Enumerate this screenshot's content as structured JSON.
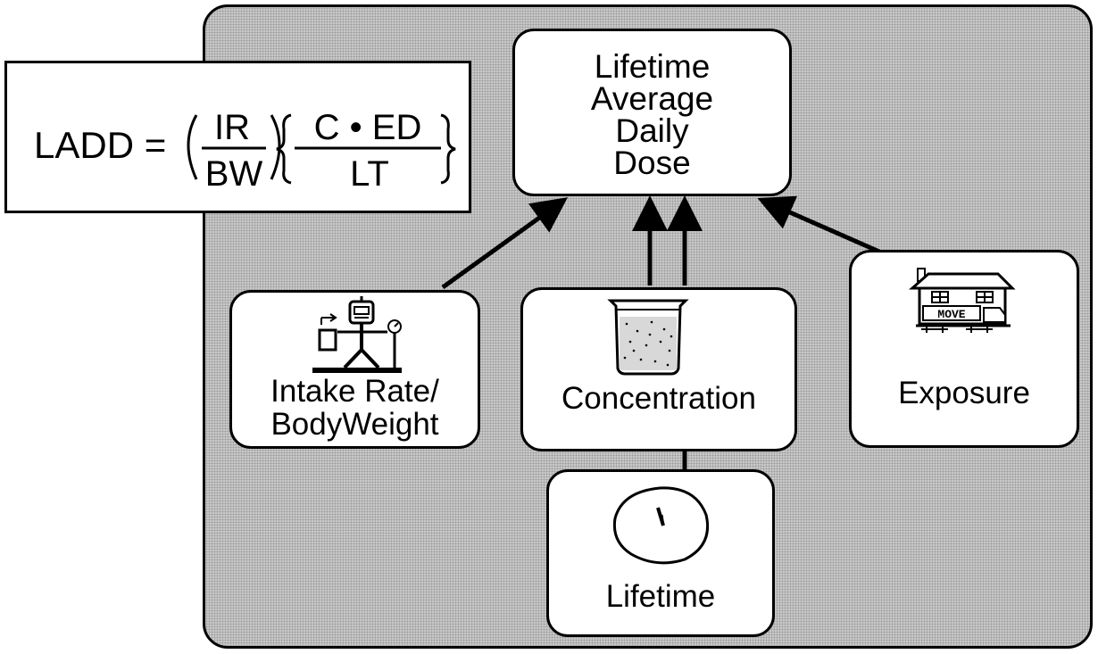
{
  "formula": {
    "lhs": "LADD =",
    "frac1_num": "IR",
    "frac1_den": "BW",
    "frac2_num": "C • ED",
    "frac2_den": "LT"
  },
  "nodes": {
    "ladd": {
      "label": "Lifetime\nAverage\nDaily\nDose"
    },
    "intake": {
      "label": "Intake Rate/\nBodyWeight",
      "icon": "person-scale-icon"
    },
    "concentration": {
      "label": "Concentration",
      "icon": "beaker-icon"
    },
    "exposure": {
      "label": "Exposure",
      "icon": "house-moving-icon",
      "sign_text": "MOVE"
    },
    "lifetime": {
      "label": "Lifetime",
      "icon": "clock-icon"
    }
  },
  "colors": {
    "panel": "#c9c9c9",
    "box": "#ffffff",
    "line": "#000000"
  }
}
